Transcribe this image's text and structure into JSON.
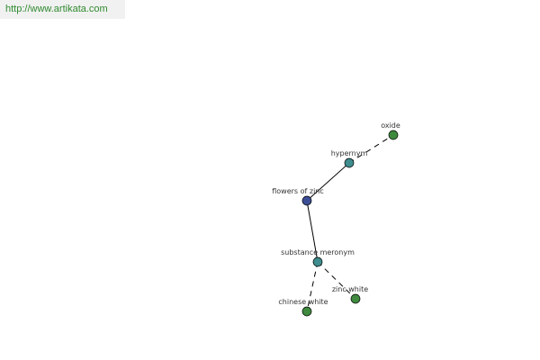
{
  "banner": {
    "url": "http://www.artikata.com"
  },
  "graph": {
    "colors": {
      "root": "#3c4e96",
      "relation": "#3f8d8e",
      "term": "#3f8a3f"
    },
    "nodes": [
      {
        "id": "flowers",
        "label": "flowers of zinc",
        "kind": "root"
      },
      {
        "id": "hypernym",
        "label": "hypernym",
        "kind": "relation"
      },
      {
        "id": "oxide",
        "label": "oxide",
        "kind": "term"
      },
      {
        "id": "substance",
        "label": "substance meronym",
        "kind": "relation"
      },
      {
        "id": "chinese",
        "label": "chinese white",
        "kind": "term"
      },
      {
        "id": "zinc",
        "label": "zinc white",
        "kind": "term"
      }
    ],
    "edges": [
      {
        "from": "flowers",
        "to": "hypernym",
        "style": "solid"
      },
      {
        "from": "hypernym",
        "to": "oxide",
        "style": "dashed"
      },
      {
        "from": "flowers",
        "to": "substance",
        "style": "solid"
      },
      {
        "from": "substance",
        "to": "chinese",
        "style": "dashed"
      },
      {
        "from": "substance",
        "to": "zinc",
        "style": "dashed"
      }
    ]
  }
}
